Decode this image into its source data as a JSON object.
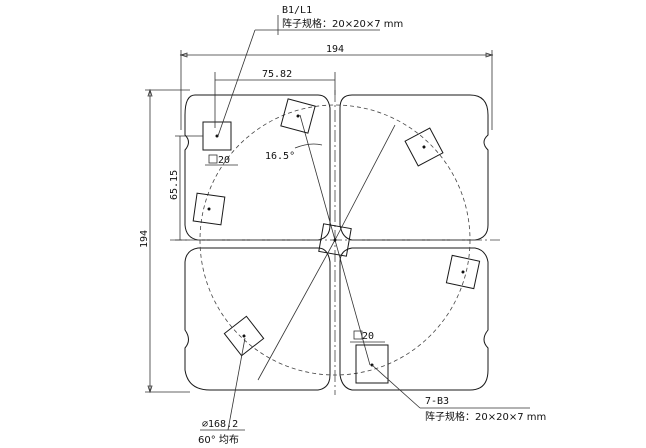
{
  "dimensions": {
    "overall_width": "194",
    "overall_height": "194",
    "offset_x": "75.82",
    "offset_y": "65.15",
    "angle": "16.5°",
    "pcd": "⌀168.2",
    "pattern": "60° 均布"
  },
  "callouts": {
    "top_id": "B1/L1",
    "top_spec": "阵子规格：20×20×7 mm",
    "bottom_id": "7-B3",
    "bottom_spec": "阵子规格：20×20×7 mm",
    "square_label_left": "20",
    "square_label_bottom": "20"
  }
}
